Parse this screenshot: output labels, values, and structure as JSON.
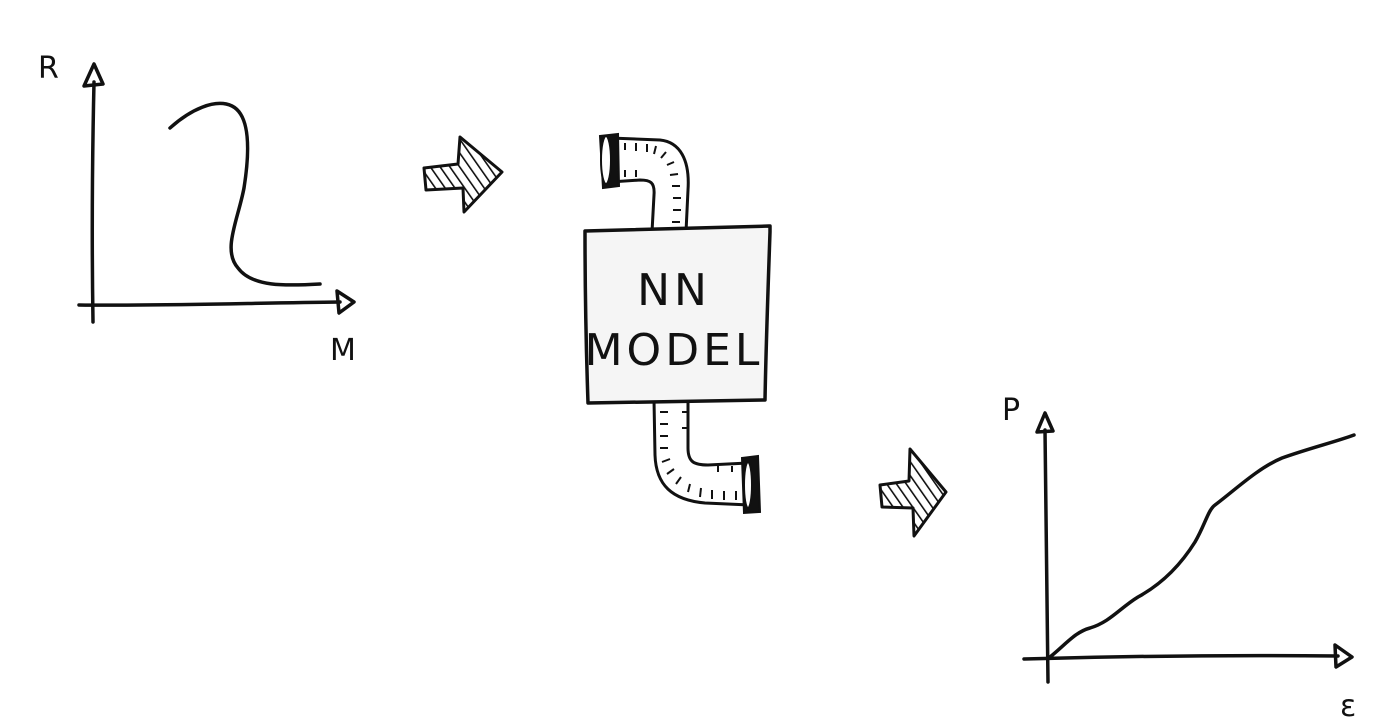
{
  "input_plot": {
    "y_axis_label": "R",
    "x_axis_label": "M"
  },
  "model": {
    "line1": "NN",
    "line2": "MODEL"
  },
  "output_plot": {
    "y_axis_label": "P",
    "x_axis_label": "ε"
  },
  "colors": {
    "ink": "#111111",
    "background": "#ffffff",
    "box_fill": "#f5f5f5"
  },
  "icons": [
    "arrow-right-icon",
    "pipe-icon"
  ]
}
